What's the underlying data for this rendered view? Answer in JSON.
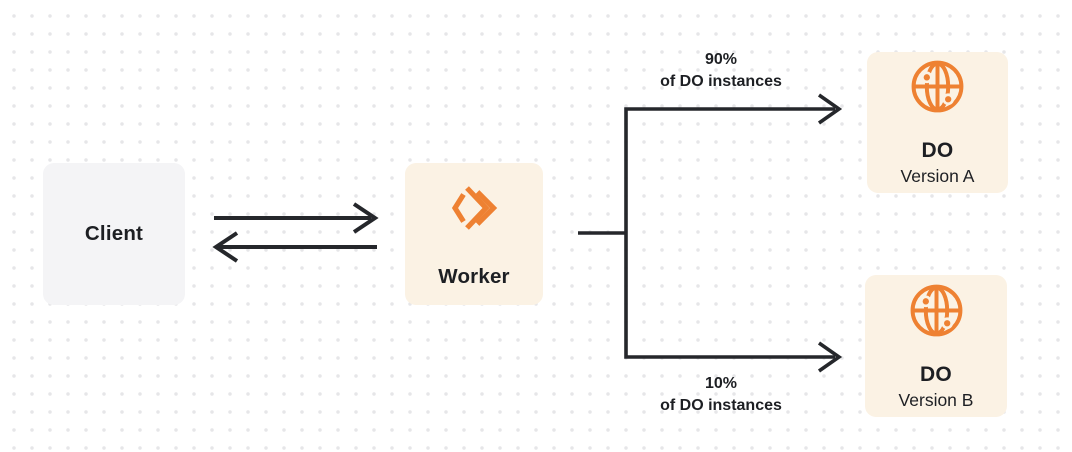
{
  "colors": {
    "background": "#FFFFFF",
    "dot_grid": "#E6E6E8",
    "node_gray": "#F4F4F6",
    "node_cream": "#FBF2E4",
    "accent_orange": "#EE8132",
    "line_dark": "#25272B",
    "text_dark": "#1D1F23"
  },
  "nodes": {
    "client": {
      "label": "Client"
    },
    "worker": {
      "label": "Worker",
      "icon": "cloudflare-workers-icon"
    },
    "do_version_a": {
      "title": "DO",
      "subtitle": "Version A",
      "icon": "durable-object-globe-icon"
    },
    "do_version_b": {
      "title": "DO",
      "subtitle": "Version B",
      "icon": "durable-object-globe-icon"
    }
  },
  "edges": {
    "client_worker": {
      "type": "bidirectional-arrows"
    },
    "split_top": {
      "percent": "90%",
      "caption": "of DO instances"
    },
    "split_bottom": {
      "percent": "10%",
      "caption": "of DO instances"
    }
  }
}
